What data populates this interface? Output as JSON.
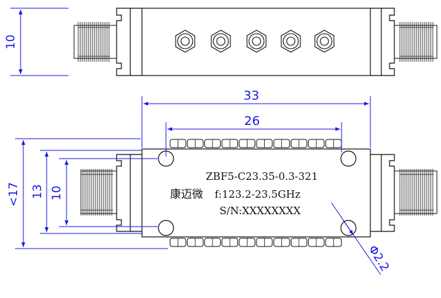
{
  "dimensions": {
    "top_height": "10",
    "length_overall": "33",
    "hole_spacing": "26",
    "height_max": "<17",
    "height_13": "13",
    "height_10": "10",
    "hole_diameter": "Φ2.2"
  },
  "label": {
    "model": "ZBF5-C23.35-0.3-321",
    "brand": "康迈微",
    "freq": "f:123.2-23.5GHz",
    "serial": "S/N:XXXXXXXX"
  },
  "colors": {
    "outline": "#111111",
    "dimension": "#1a1ae6"
  },
  "icons": {
    "connector": "sma-connector-icon",
    "tuning_screw": "tuning-screw-icon",
    "mounting_hole": "mounting-hole-icon"
  }
}
